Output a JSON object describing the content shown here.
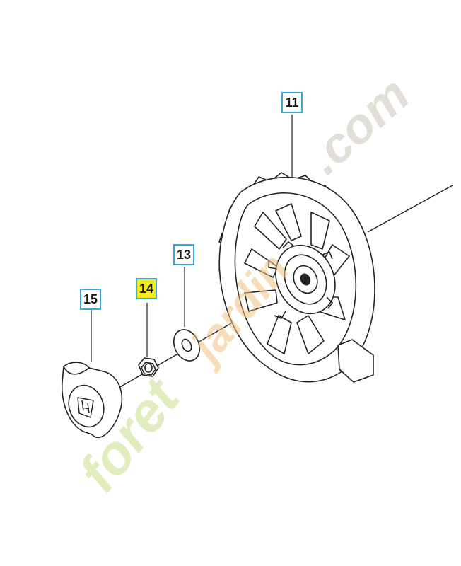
{
  "callouts": [
    {
      "number": "11",
      "part": "wheel",
      "highlighted": false
    },
    {
      "number": "13",
      "part": "washer",
      "highlighted": false
    },
    {
      "number": "14",
      "part": "nut",
      "highlighted": true
    },
    {
      "number": "15",
      "part": "hub-cap",
      "highlighted": false
    }
  ],
  "watermark": "foretjardin.com",
  "colors": {
    "callout_border": "#3ba7d8",
    "callout_highlight": "#f7ea15",
    "line_art": "#222222",
    "watermark_green": "#c9dd8a",
    "watermark_orange": "#f0c27e",
    "watermark_gray": "#c9c5b8"
  }
}
